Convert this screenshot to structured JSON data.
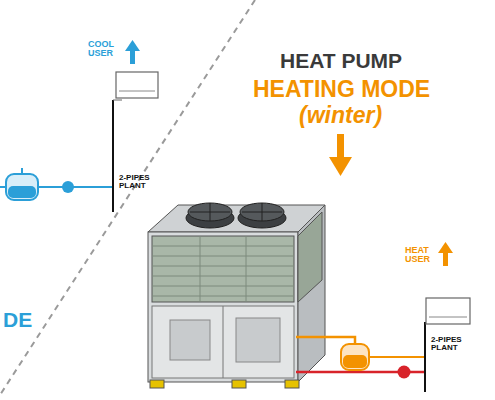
{
  "diagram": {
    "title": "HEAT PUMP",
    "labels": [
      "HEATING MODE",
      "(winter)",
      "COOL USER",
      "2-PIPES PLANT",
      "HEAT USER",
      "2-PIPES PLANT",
      "DE"
    ]
  }
}
